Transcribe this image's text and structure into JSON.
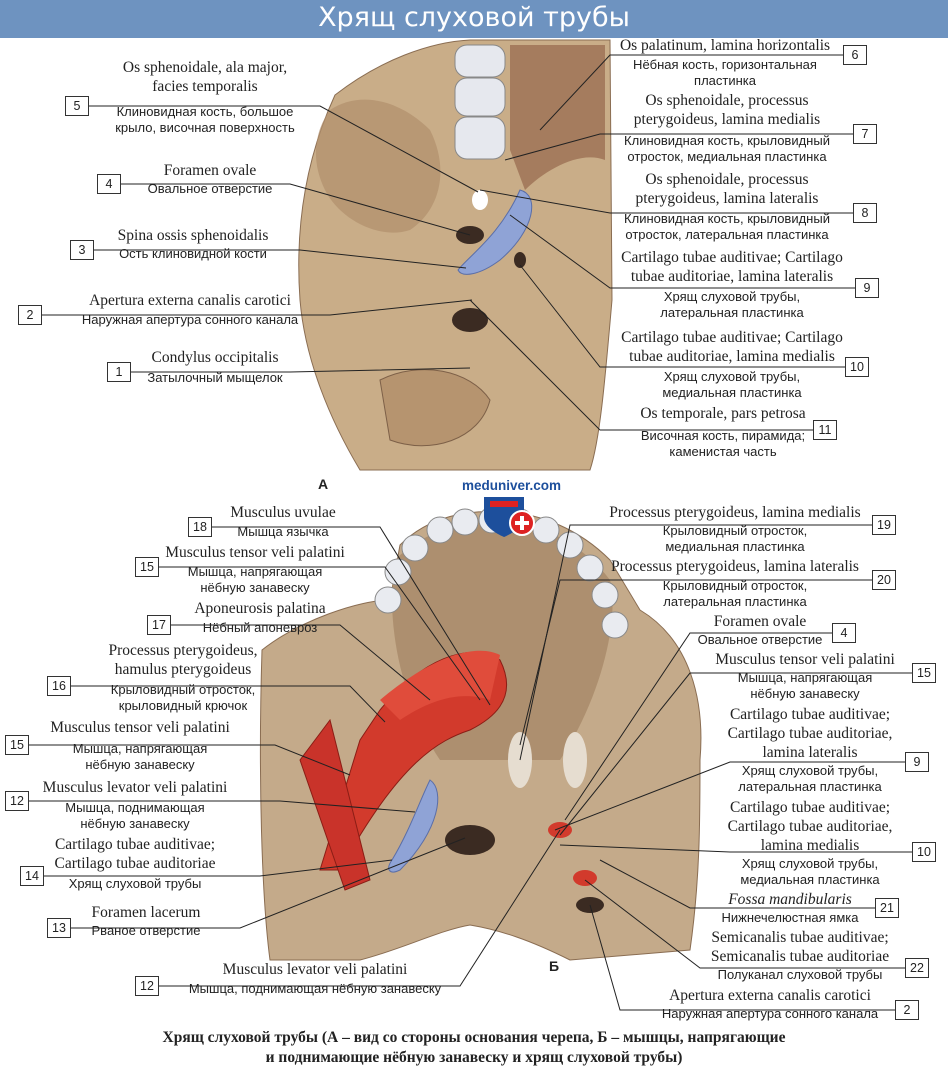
{
  "header": {
    "title": "Хрящ слуховой трубы"
  },
  "logo": {
    "text": "meduniver.com"
  },
  "parts": {
    "a": "А",
    "b": "Б"
  },
  "labels": [
    {
      "number": "5",
      "latin": "Os sphenoidale, ala major,\nfacies temporalis",
      "russian": "Клиновидная кость, большое\nкрыло, височная поверхность"
    },
    {
      "number": "4",
      "latin": "Foramen ovale",
      "russian": "Овальное отверстие"
    },
    {
      "number": "3",
      "latin": "Spina ossis sphenoidalis",
      "russian": "Ость клиновидной кости"
    },
    {
      "number": "2",
      "latin": "Apertura externa canalis carotici",
      "russian": "Наружная апертура сонного канала"
    },
    {
      "number": "1",
      "latin": "Condylus occipitalis",
      "russian": "Затылочный мыщелок"
    },
    {
      "number": "6",
      "latin": "Os palatinum, lamina horizontalis",
      "russian": "Нёбная кость, горизонтальная\nпластинка"
    },
    {
      "number": "7",
      "latin": "Os sphenoidale, processus\npterygoideus, lamina medialis",
      "russian": "Клиновидная кость, крыловидный\nотросток, медиальная пластинка"
    },
    {
      "number": "8",
      "latin": "Os sphenoidale, processus\npterygoideus, lamina lateralis",
      "russian": "Клиновидная кость, крыловидный\nотросток, латеральная пластинка"
    },
    {
      "number": "9",
      "latin": "Cartilago tubae auditivae; Cartilago\ntubae auditoriae, lamina lateralis",
      "russian": "Хрящ слуховой трубы,\nлатеральная пластинка"
    },
    {
      "number": "10",
      "latin": "Cartilago tubae auditivae; Cartilago\ntubae auditoriae, lamina medialis",
      "russian": "Хрящ слуховой трубы,\nмедиальная пластинка"
    },
    {
      "number": "11",
      "latin": "Os temporale, pars petrosa",
      "russian": "Височная кость, пирамида;\nкаменистая часть"
    },
    {
      "number": "18",
      "latin": "Musculus uvulae",
      "russian": "Мышца язычка"
    },
    {
      "number": "15",
      "latin": "Musculus tensor veli palatini",
      "russian": "Мышца, напрягающая\nнёбную занавеску"
    },
    {
      "number": "17",
      "latin": "Aponeurosis palatina",
      "russian": "Нёбный апоневроз"
    },
    {
      "number": "16",
      "latin": "Processus pterygoideus,\nhamulus pterygoideus",
      "russian": "Крыловидный отросток,\nкрыловидный крючок"
    },
    {
      "number": "15",
      "latin": "Musculus tensor veli palatini",
      "russian": "Мышца, напрягающая\nнёбную занавеску"
    },
    {
      "number": "12",
      "latin": "Musculus levator veli palatini",
      "russian": "Мышца, поднимающая\nнёбную занавеску"
    },
    {
      "number": "14",
      "latin": "Cartilago tubae auditivae;\nCartilago tubae auditoriae",
      "russian": "Хрящ слуховой трубы"
    },
    {
      "number": "13",
      "latin": "Foramen lacerum",
      "russian": "Рваное отверстие"
    },
    {
      "number": "12",
      "latin": "Musculus levator veli palatini",
      "russian": "Мышца, поднимающая нёбную занавеску"
    },
    {
      "number": "19",
      "latin": "Processus pterygoideus, lamina medialis",
      "russian": "Крыловидный отросток,\nмедиальная пластинка"
    },
    {
      "number": "20",
      "latin": "Processus pterygoideus, lamina lateralis",
      "russian": "Крыловидный отросток,\nлатеральная пластинка"
    },
    {
      "number": "4",
      "latin": "Foramen ovale",
      "russian": "Овальное отверстие"
    },
    {
      "number": "15",
      "latin": "Musculus tensor veli palatini",
      "russian": "Мышца, напрягающая\nнёбную занавеску"
    },
    {
      "number": "9",
      "latin": "Cartilago tubae auditivae;\nCartilago tubae auditoriae,\nlamina lateralis",
      "russian": "Хрящ слуховой трубы,\nлатеральная пластинка"
    },
    {
      "number": "10",
      "latin": "Cartilago tubae auditivae;\nCartilago tubae auditoriae,\nlamina medialis",
      "russian": "Хрящ слуховой трубы,\nмедиальная пластинка"
    },
    {
      "number": "21",
      "latin": "Fossa mandibularis",
      "russian": "Нижнечелюстная ямка"
    },
    {
      "number": "22",
      "latin": "Semicanalis tubae auditivae;\nSemicanalis tubae auditoriae",
      "russian": "Полуканал слуховой трубы"
    },
    {
      "number": "2",
      "latin": "Apertura externa canalis carotici",
      "russian": "Наружная апертура сонного канала"
    }
  ],
  "caption": "Хрящ слуховой трубы (А – вид со стороны основания черепа, Б – мышцы, напрягающие\nи поднимающие нёбную занавеску и хрящ слуховой трубы)",
  "colors": {
    "header": "#6e93c0",
    "bone": "#c9b08f",
    "cartilage": "#8fa3d6",
    "muscle": "#d23a2c"
  }
}
